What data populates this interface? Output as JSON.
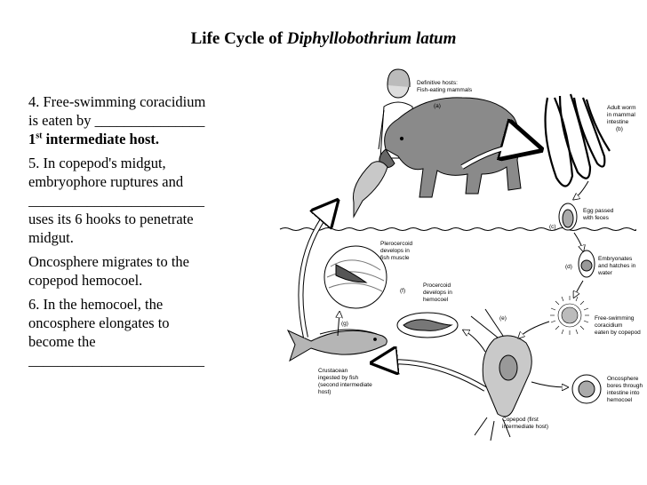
{
  "title": {
    "prefix": "Life Cycle of ",
    "species": "Diphyllobothrium latum"
  },
  "steps": {
    "s4_a": "4.  Free-swimming coracidium",
    "s4_b": "is eaten by _______________",
    "s4_c_num": "1",
    "s4_c_sup": "st",
    "s4_c_rest": " intermediate host.",
    "s5_a": "5.  In copepod's midgut,",
    "s5_b": "embryophore ruptures and",
    "s5_blank": "________________________",
    "s5_c": "uses its 6 hooks to penetrate",
    "s5_d": "midgut.",
    "onc_a": "Oncosphere migrates to the",
    "onc_b": "copepod hemocoel.",
    "s6_a": "6.  In the hemocoel, the",
    "s6_b": "oncosphere elongates to",
    "s6_c": "become the",
    "s6_blank": "________________________"
  },
  "diagram": {
    "def_host_1": "Definitive hosts:",
    "def_host_2": "Fish-eating mammals",
    "a": "(a)",
    "adult_1": "Adult worm",
    "adult_2": "in mammal",
    "adult_3": "intestine",
    "b": "(b)",
    "egg_1": "Egg passed",
    "egg_2": "with feces",
    "c": "(c)",
    "embryo_1": "Embryonates",
    "embryo_2": "and hatches in",
    "embryo_3": "water",
    "d": "(d)",
    "cora_1": "Free-swimming",
    "cora_2": "coracidium",
    "cora_3": "eaten by copepod",
    "onco_1": "Oncosphere",
    "onco_2": "bores through",
    "onco_3": "intestine into",
    "onco_4": "hemocoel",
    "e": "(e)",
    "cope_1": "Copepod (first",
    "cope_2": "intermediate host)",
    "proc_1": "Procercoid",
    "proc_2": "develops in",
    "proc_3": "hemocoel",
    "f": "(f)",
    "plero_1": "Plerocercoid",
    "plero_2": "develops in",
    "plero_3": "fish muscle",
    "g": "(g)",
    "crust_1": "Crustacean",
    "crust_2": "ingested by fish",
    "crust_3": "(second intermediate",
    "crust_4": "host)"
  }
}
